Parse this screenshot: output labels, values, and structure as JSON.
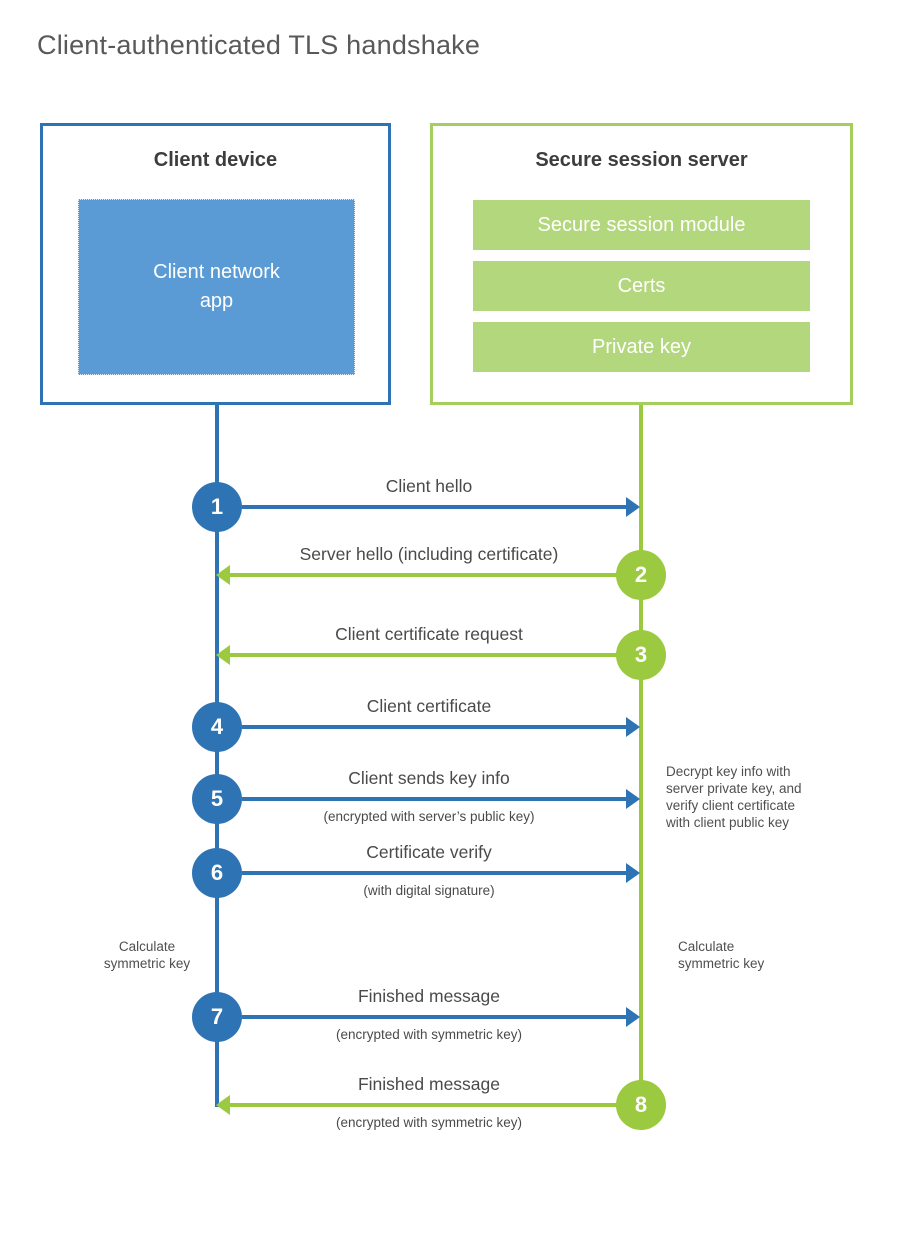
{
  "title": "Client-authenticated TLS handshake",
  "colors": {
    "blue": "#2e74b5",
    "blue_fill": "#5b9bd5",
    "green": "#9bc93f",
    "green_border": "#a5cf5c",
    "green_fill": "#b3d77d",
    "label_text": "#4a4a4a"
  },
  "client": {
    "title": "Client device",
    "module": "Client network\napp"
  },
  "server": {
    "title": "Secure session server",
    "modules": [
      "Secure session module",
      "Certs",
      "Private key"
    ]
  },
  "steps": [
    {
      "number": "1",
      "label": "Client hello",
      "from": "client",
      "to": "server"
    },
    {
      "number": "2",
      "label": "Server hello (including certificate)",
      "from": "server",
      "to": "client"
    },
    {
      "number": "3",
      "label": "Client certificate request",
      "from": "server",
      "to": "client"
    },
    {
      "number": "4",
      "label": "Client certificate",
      "from": "client",
      "to": "server"
    },
    {
      "number": "5",
      "label": "Client sends key info",
      "sublabel": "(encrypted with server’s public key)",
      "from": "client",
      "to": "server"
    },
    {
      "number": "6",
      "label": "Certificate verify",
      "sublabel": "(with digital signature)",
      "from": "client",
      "to": "server"
    },
    {
      "number": "7",
      "label": "Finished message",
      "sublabel": "(encrypted with symmetric key)",
      "from": "client",
      "to": "server"
    },
    {
      "number": "8",
      "label": "Finished message",
      "sublabel": "(encrypted with symmetric key)",
      "from": "server",
      "to": "client"
    }
  ],
  "notes": {
    "client_calculate": "Calculate\nsymmetric key",
    "server_calculate": "Calculate\nsymmetric key",
    "server_decrypt": "Decrypt key info with\nserver private key, and\nverify client certificate\nwith client public key"
  }
}
